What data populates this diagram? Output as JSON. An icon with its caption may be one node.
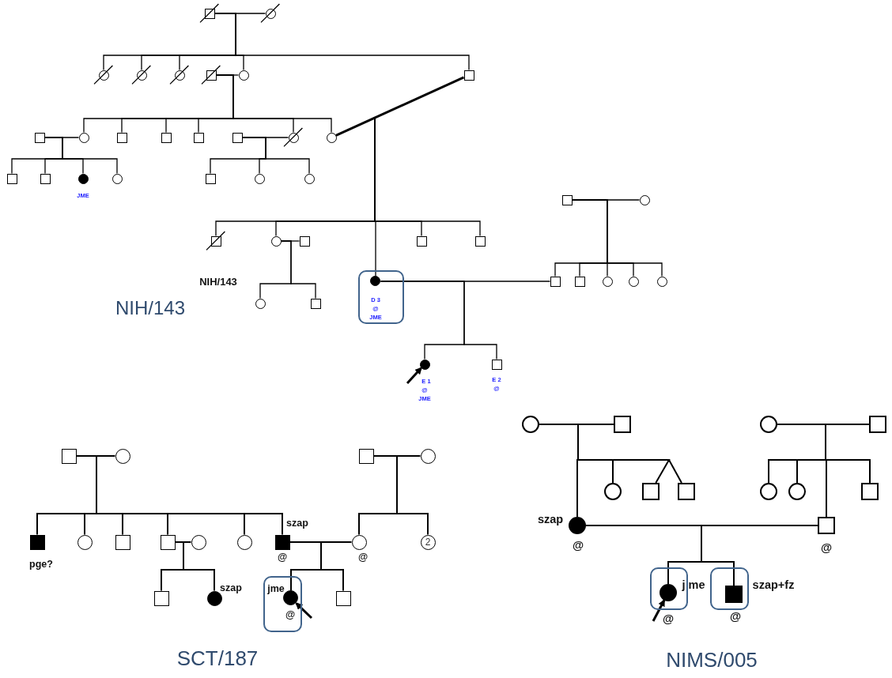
{
  "diagram": {
    "nodes": [
      {
        "text": [],
        "shape": "square"
      },
      {
        "text": [],
        "shape": "circle"
      },
      {
        "text": [],
        "shape": "circle"
      },
      {
        "text": [],
        "shape": "circle"
      },
      {
        "text": [],
        "shape": "circle"
      },
      {
        "text": [],
        "shape": "square"
      },
      {
        "text": [],
        "shape": "circle"
      },
      {
        "text": [],
        "shape": "square"
      },
      {
        "text": [],
        "shape": "square"
      },
      {
        "text": [],
        "shape": "circle"
      },
      {
        "text": [],
        "shape": "square"
      },
      {
        "text": [],
        "shape": "square"
      },
      {
        "text": [],
        "shape": "square"
      },
      {
        "text": [],
        "shape": "square"
      },
      {
        "text": [],
        "shape": "circle"
      },
      {
        "text": [],
        "shape": "circle"
      },
      {
        "text": [],
        "shape": "square"
      },
      {
        "text": [],
        "shape": "square"
      },
      {
        "text": [],
        "shape": "circle",
        "beside": [
          "JME"
        ]
      },
      {
        "text": [],
        "shape": "circle"
      },
      {
        "text": [],
        "shape": "square"
      },
      {
        "text": [],
        "shape": "circle"
      },
      {
        "text": [],
        "shape": "circle"
      },
      {
        "text": [],
        "shape": "square"
      },
      {
        "text": [],
        "shape": "circle"
      },
      {
        "text": [],
        "shape": "square"
      },
      {
        "text": [],
        "shape": "circle"
      },
      {
        "text": [],
        "shape": "square"
      },
      {
        "text": [],
        "shape": "square"
      },
      {
        "text": [],
        "shape": "square"
      },
      {
        "text": [],
        "shape": "box"
      },
      {
        "text": [],
        "shape": "circle",
        "in": 30,
        "beside": [
          "D 3",
          "@",
          "JME"
        ]
      },
      {
        "text": [],
        "shape": "square"
      },
      {
        "text": [],
        "shape": "square"
      },
      {
        "text": [],
        "shape": "circle"
      },
      {
        "text": [],
        "shape": "circle"
      },
      {
        "text": [],
        "shape": "circle"
      },
      {
        "text": [],
        "shape": "circle"
      },
      {
        "text": [],
        "shape": "square"
      },
      {
        "text": [],
        "shape": "circle",
        "beside": [
          "E 1",
          "@",
          "JME"
        ]
      },
      {
        "text": [],
        "shape": "square",
        "beside": [
          "E 2",
          "@"
        ]
      },
      {
        "text": [],
        "shape": "square"
      },
      {
        "text": [],
        "shape": "circle"
      },
      {
        "text": [],
        "shape": "square"
      },
      {
        "text": [],
        "shape": "circle"
      },
      {
        "text": [],
        "shape": "square",
        "beside": [
          "pge?"
        ]
      },
      {
        "text": [],
        "shape": "circle"
      },
      {
        "text": [],
        "shape": "square"
      },
      {
        "text": [],
        "shape": "square"
      },
      {
        "text": [],
        "shape": "circle"
      },
      {
        "text": [],
        "shape": "circle"
      },
      {
        "text": [],
        "shape": "square",
        "beside": [
          "szap",
          "@"
        ]
      },
      {
        "text": [],
        "shape": "circle",
        "beside": [
          "@"
        ]
      },
      {
        "text": [
          "2"
        ]
      },
      {
        "text": [],
        "shape": "square"
      },
      {
        "text": [],
        "shape": "circle",
        "beside": [
          "szap"
        ]
      },
      {
        "text": [],
        "shape": "box"
      },
      {
        "text": [],
        "shape": "circle",
        "in": 56,
        "beside": [
          "jme",
          "@"
        ]
      },
      {
        "text": [],
        "shape": "square"
      },
      {
        "text": [],
        "shape": "circle"
      },
      {
        "text": [],
        "shape": "square"
      },
      {
        "text": [],
        "shape": "circle"
      },
      {
        "text": [],
        "shape": "square"
      },
      {
        "text": [],
        "shape": "circle"
      },
      {
        "text": [],
        "shape": "square"
      },
      {
        "text": [],
        "shape": "square"
      },
      {
        "text": [],
        "shape": "circle"
      },
      {
        "text": [],
        "shape": "circle"
      },
      {
        "text": [],
        "shape": "square"
      },
      {
        "text": [],
        "shape": "circle",
        "beside": [
          "szap",
          "@"
        ]
      },
      {
        "text": [],
        "shape": "square",
        "beside": [
          "@"
        ]
      },
      {
        "text": [],
        "shape": "box"
      },
      {
        "text": [],
        "shape": "circle",
        "in": 71,
        "beside": [
          "j me",
          "@"
        ]
      },
      {
        "text": [],
        "shape": "box"
      },
      {
        "text": [],
        "shape": "square",
        "in": 73,
        "beside": [
          "szap+fz",
          "@"
        ]
      }
    ],
    "edges": [
      {
        "from": 0,
        "to": 1,
        "arrow": "none"
      },
      {
        "from": 0,
        "to": 2,
        "arrow": "none"
      },
      {
        "from": 0,
        "to": 3,
        "arrow": "none"
      },
      {
        "from": 0,
        "to": 4,
        "arrow": "none"
      },
      {
        "from": 0,
        "to": 6,
        "arrow": "none"
      },
      {
        "from": 0,
        "to": 7,
        "arrow": "none"
      },
      {
        "from": 5,
        "to": 6,
        "arrow": "none"
      },
      {
        "from": 5,
        "to": 9,
        "arrow": "none"
      },
      {
        "from": 5,
        "to": 10,
        "arrow": "none"
      },
      {
        "from": 5,
        "to": 11,
        "arrow": "none"
      },
      {
        "from": 5,
        "to": 12,
        "arrow": "none"
      },
      {
        "from": 5,
        "to": 14,
        "arrow": "none"
      },
      {
        "from": 5,
        "to": 15,
        "arrow": "none"
      },
      {
        "from": 8,
        "to": 9,
        "arrow": "none"
      },
      {
        "from": 8,
        "to": 16,
        "arrow": "none"
      },
      {
        "from": 8,
        "to": 17,
        "arrow": "none"
      },
      {
        "from": 8,
        "to": 18,
        "arrow": "none"
      },
      {
        "from": 8,
        "to": 19,
        "arrow": "none"
      },
      {
        "from": 13,
        "to": 14,
        "arrow": "none"
      },
      {
        "from": 13,
        "to": 20,
        "arrow": "none"
      },
      {
        "from": 13,
        "to": 21,
        "arrow": "none"
      },
      {
        "from": 13,
        "to": 22,
        "arrow": "none"
      },
      {
        "from": 15,
        "to": 7,
        "arrow": "none",
        "style": "thick"
      },
      {
        "from": 15,
        "to": 25,
        "arrow": "none"
      },
      {
        "from": 15,
        "to": 26,
        "arrow": "none"
      },
      {
        "from": 15,
        "to": 28,
        "arrow": "none"
      },
      {
        "from": 15,
        "to": 29,
        "arrow": "none"
      },
      {
        "from": 15,
        "to": 31,
        "arrow": "none"
      },
      {
        "from": 23,
        "to": 24,
        "arrow": "none"
      },
      {
        "from": 23,
        "to": 32,
        "arrow": "none"
      },
      {
        "from": 23,
        "to": 33,
        "arrow": "none"
      },
      {
        "from": 23,
        "to": 34,
        "arrow": "none"
      },
      {
        "from": 23,
        "to": 35,
        "arrow": "none"
      },
      {
        "from": 23,
        "to": 36,
        "arrow": "none"
      },
      {
        "from": 26,
        "to": 27,
        "arrow": "none"
      },
      {
        "from": 26,
        "to": 37,
        "arrow": "none"
      },
      {
        "from": 26,
        "to": 38,
        "arrow": "none"
      },
      {
        "from": 31,
        "to": 32,
        "arrow": "none"
      },
      {
        "from": 31,
        "to": 39,
        "arrow": "none"
      },
      {
        "from": 31,
        "to": 40,
        "arrow": "none"
      },
      {
        "from": null,
        "to": 39,
        "arrow": "to",
        "style": "thick"
      },
      {
        "from": 41,
        "to": 42,
        "arrow": "none"
      },
      {
        "from": 41,
        "to": 45,
        "arrow": "none"
      },
      {
        "from": 41,
        "to": 46,
        "arrow": "none"
      },
      {
        "from": 41,
        "to": 47,
        "arrow": "none"
      },
      {
        "from": 41,
        "to": 48,
        "arrow": "none"
      },
      {
        "from": 41,
        "to": 50,
        "arrow": "none"
      },
      {
        "from": 41,
        "to": 51,
        "arrow": "none"
      },
      {
        "from": 43,
        "to": 44,
        "arrow": "none"
      },
      {
        "from": 43,
        "to": 52,
        "arrow": "none"
      },
      {
        "from": 43,
        "to": 53,
        "arrow": "none"
      },
      {
        "from": 48,
        "to": 49,
        "arrow": "none"
      },
      {
        "from": 48,
        "to": 54,
        "arrow": "none"
      },
      {
        "from": 48,
        "to": 55,
        "arrow": "none"
      },
      {
        "from": 51,
        "to": 52,
        "arrow": "none"
      },
      {
        "from": 51,
        "to": 57,
        "arrow": "none"
      },
      {
        "from": 51,
        "to": 58,
        "arrow": "none"
      },
      {
        "from": null,
        "to": 57,
        "arrow": "to",
        "style": "thick"
      },
      {
        "from": 59,
        "to": 60,
        "arrow": "none"
      },
      {
        "from": 59,
        "to": 63,
        "arrow": "none"
      },
      {
        "from": 59,
        "to": 64,
        "arrow": "none"
      },
      {
        "from": 59,
        "to": 65,
        "arrow": "none"
      },
      {
        "from": 59,
        "to": 69,
        "arrow": "none"
      },
      {
        "from": 61,
        "to": 62,
        "arrow": "none"
      },
      {
        "from": 61,
        "to": 66,
        "arrow": "none"
      },
      {
        "from": 61,
        "to": 67,
        "arrow": "none"
      },
      {
        "from": 61,
        "to": 68,
        "arrow": "none"
      },
      {
        "from": 61,
        "to": 70,
        "arrow": "none"
      },
      {
        "from": 69,
        "to": 70,
        "arrow": "none"
      },
      {
        "from": 69,
        "to": 72,
        "arrow": "none"
      },
      {
        "from": 69,
        "to": 74,
        "arrow": "none"
      },
      {
        "from": null,
        "to": 72,
        "arrow": "to",
        "style": "thick"
      }
    ],
    "labels": [
      "NIH/143",
      "NIH/143",
      "SCT/187",
      "NIMS/005"
    ]
  }
}
